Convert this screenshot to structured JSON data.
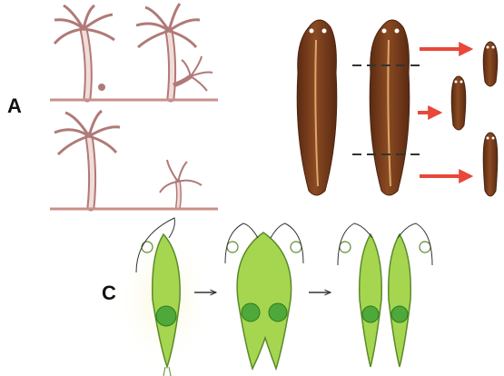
{
  "labels": {
    "a": "A",
    "c": "C"
  },
  "colors": {
    "hydra_outline": "#b07a78",
    "hydra_fill": "#f2dcd8",
    "ground": "#c9908a",
    "worm_body": "#7a3e1c",
    "worm_dark": "#4a2410",
    "worm_highlight": "#d9a86a",
    "arrow_red": "#e8473a",
    "cut_line": "#333333",
    "euglena_fill": "#a6d650",
    "euglena_outline": "#5a8a2a",
    "euglena_nucleus": "#4fa83a",
    "euglena_glow": "#f7f3c0",
    "flagellum": "#333333",
    "process_arrow": "#333333"
  },
  "icons": [
    "hydra-budding",
    "planarian-fragmentation",
    "euglena-binary-fission"
  ]
}
